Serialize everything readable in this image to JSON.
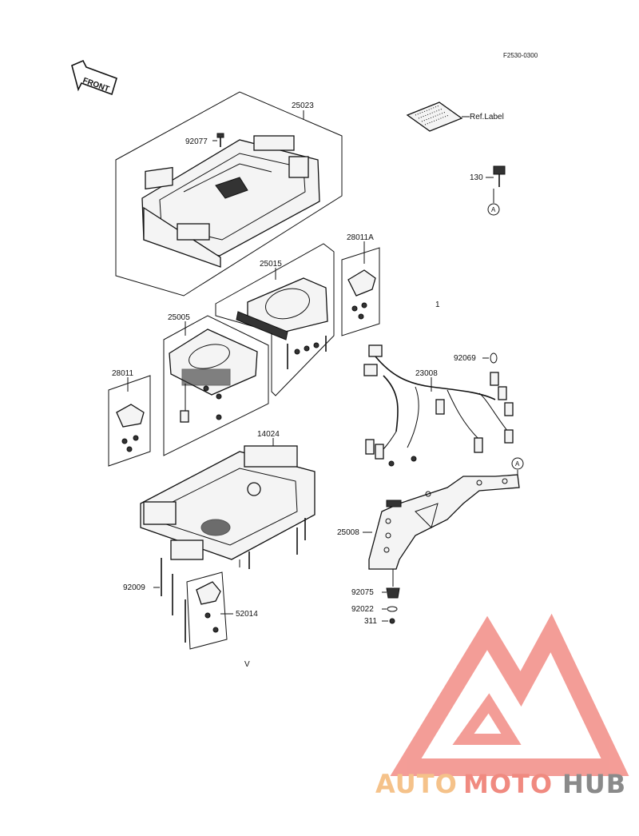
{
  "diagram": {
    "code": "F2530-0300",
    "front_label": "FRONT",
    "ref_label": "Ref.Label",
    "parts": {
      "p25023": "25023",
      "p92077": "92077",
      "p130": "130",
      "p25015": "25015",
      "p28011A": "28011A",
      "p25005": "25005",
      "p28011": "28011",
      "p92069": "92069",
      "p23008": "23008",
      "p14024": "14024",
      "p25008": "25008",
      "p92009": "92009",
      "p52014": "52014",
      "p92075": "92075",
      "p92022": "92022",
      "p311": "311"
    },
    "ref_marker": "A",
    "notes": {
      "one": "1",
      "v": "V"
    }
  },
  "watermark": {
    "part1": "AUTO",
    "part2": "MOTO",
    "part3": "HUB",
    "color1": "#f5c28a",
    "color2": "#f08a80",
    "color3": "#8a8a8a",
    "logo_color": "#f28c85"
  }
}
